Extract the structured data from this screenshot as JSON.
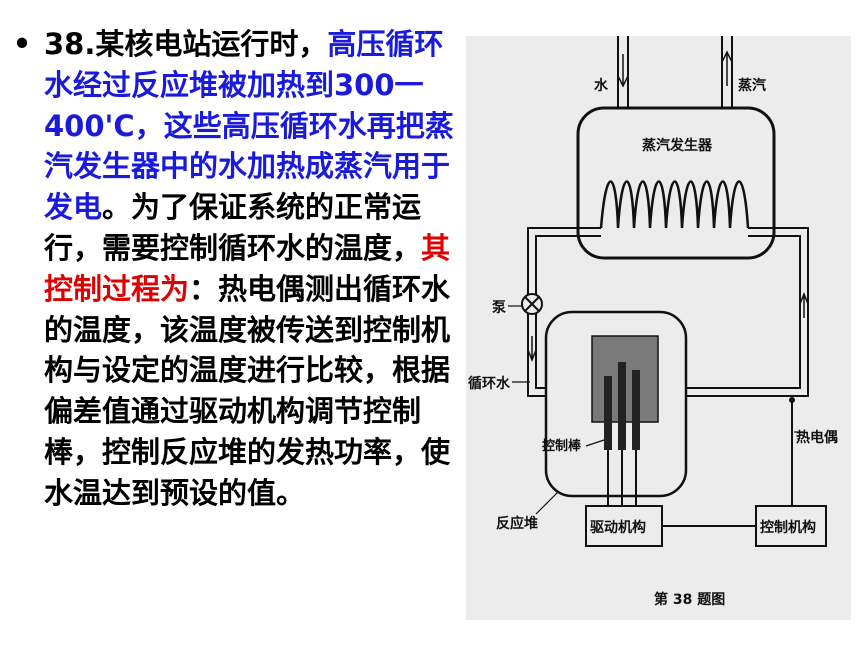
{
  "slide": {
    "bullet": "•",
    "segments": [
      {
        "text": "38.某核电站运行时，",
        "color": "black"
      },
      {
        "text": "高压循环水经过反应堆被加热到300一400'C，这些高压循环水再把蒸汽发生器中的水加热成蒸汽用于发电",
        "color": "blue"
      },
      {
        "text": "。为了保证系统的正常运行，需要控制循环水的温度，",
        "color": "black"
      },
      {
        "text": "其控制过程为",
        "color": "red"
      },
      {
        "text": "：热电偶测出循环水的温度，该温度被传送到控制机构与设定的温度进行比较，根据偏差值通过驱动机构调节控制棒，控制反应堆的发热功率，使水温达到预设的值。",
        "color": "black"
      }
    ]
  },
  "figure": {
    "labels": {
      "water": "水",
      "steam": "蒸汽",
      "steam_generator": "蒸汽发生器",
      "pump": "泵",
      "circulating_water": "循环水",
      "thermocouple": "热电偶",
      "control_rod": "控制棒",
      "reactor": "反应堆",
      "drive_mechanism": "驱动机构",
      "control_mechanism": "控制机构",
      "caption": "第 38 题图"
    }
  },
  "colors": {
    "blue_text": "#1a1adc",
    "red_text": "#e00000",
    "figure_background": "#ececec"
  }
}
